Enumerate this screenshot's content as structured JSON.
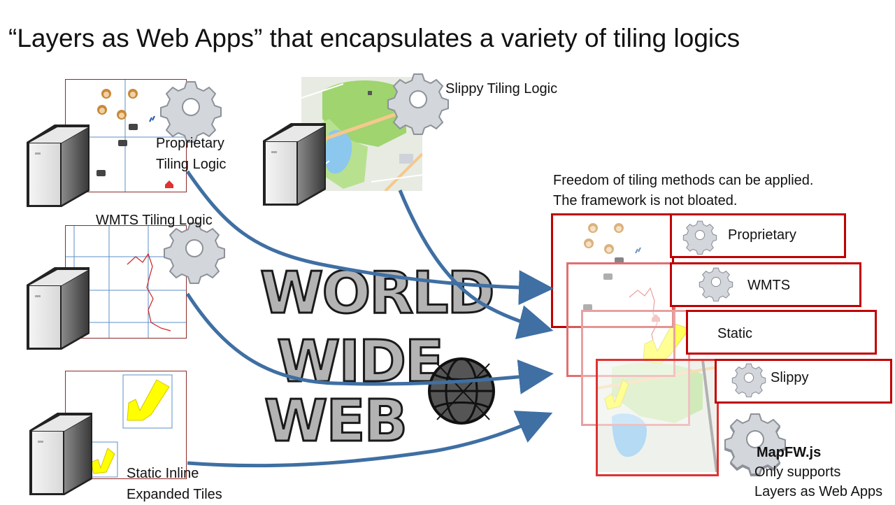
{
  "title": "“Layers as Web Apps” that encapsulates a variety of tiling logics",
  "labels": {
    "proprietary": "Proprietary\nTiling Logic",
    "slippy": "Slippy Tiling Logic",
    "wmts": "WMTS Tiling Logic",
    "static": "Static Inline\nExpanded Tiles",
    "freedom_line1": "Freedom of tiling methods can be applied.",
    "freedom_line2": "The framework is not bloated.",
    "mapfw_title": "MapFW.js",
    "mapfw_line1": "Only supports",
    "mapfw_line2": "Layers as Web Apps"
  },
  "stack_layers": [
    {
      "label": "Proprietary"
    },
    {
      "label": "WMTS"
    },
    {
      "label": "Static"
    },
    {
      "label": "Slippy"
    }
  ],
  "www": {
    "line1": "WORLD",
    "line2": "WIDE",
    "line3": "WEB"
  },
  "colors": {
    "arrow": "#3f6fa3",
    "frame": "#c00000",
    "tileBorder": "#8b2a2a",
    "grid": "#5b8fc7",
    "route": "#d02020",
    "yellow": "#ffff00",
    "gear": "#cfd3d9"
  },
  "icons": [
    "gear-icon",
    "server-icon",
    "monkey-icon",
    "camera-icon",
    "globe-icon"
  ]
}
